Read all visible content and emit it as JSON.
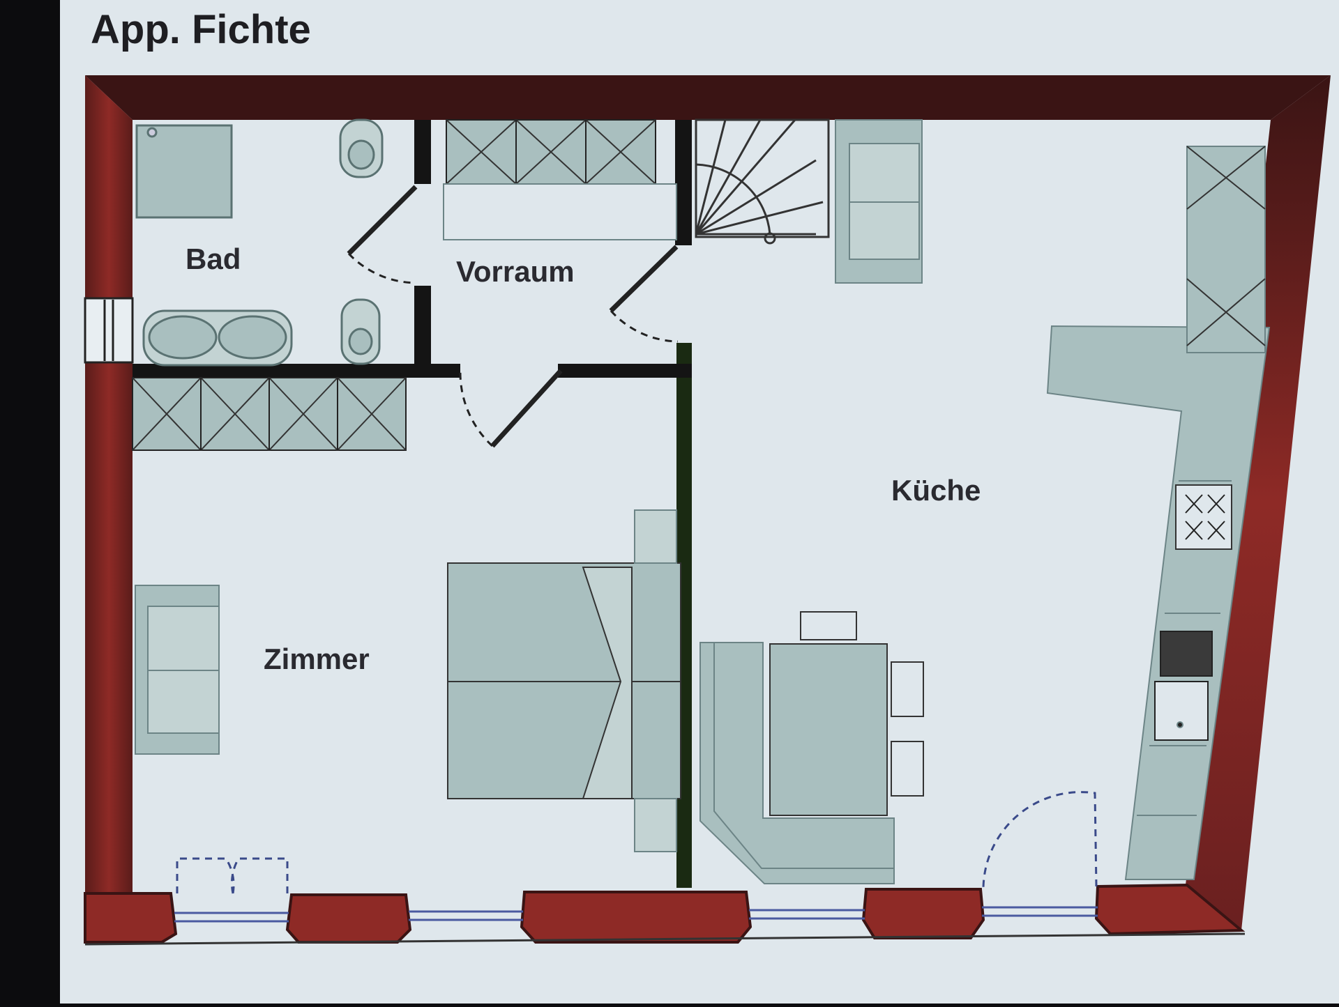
{
  "title": "App. Fichte",
  "rooms": {
    "bad": "Bad",
    "vorraum": "Vorraum",
    "kueche": "Küche",
    "zimmer": "Zimmer"
  },
  "colors": {
    "paper": "#dde6ec",
    "wall_dark": "#3a1414",
    "wall_red": "#8e2a26",
    "inner_wall": "#141414",
    "furniture": "#a9bfbf",
    "furniture_light": "#c3d3d3",
    "furniture_stroke": "#6c8486",
    "window": "#4a5aa0"
  }
}
